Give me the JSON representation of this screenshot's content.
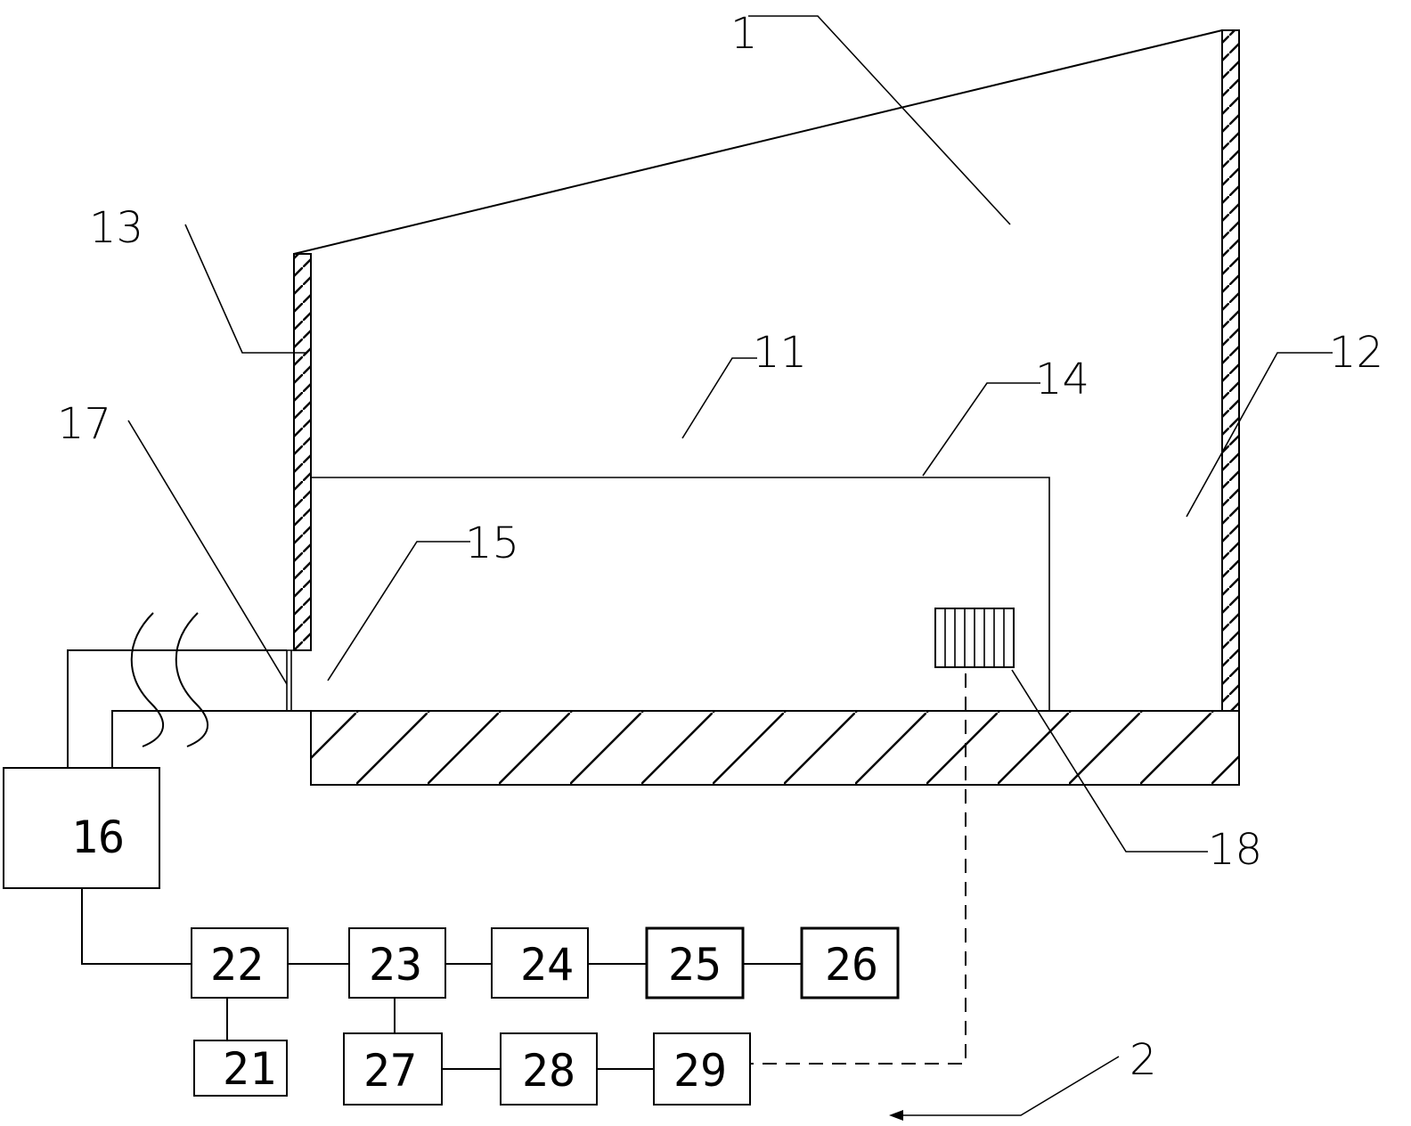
{
  "labels": {
    "l1": "1",
    "l2": "2",
    "l11": "11",
    "l12": "12",
    "l13": "13",
    "l14": "14",
    "l15": "15",
    "l17": "17",
    "l18": "18"
  },
  "boxes": {
    "b16": "16",
    "b21": "21",
    "b22": "22",
    "b23": "23",
    "b24": "24",
    "b25": "25",
    "b26": "26",
    "b27": "27",
    "b28": "28",
    "b29": "29"
  }
}
